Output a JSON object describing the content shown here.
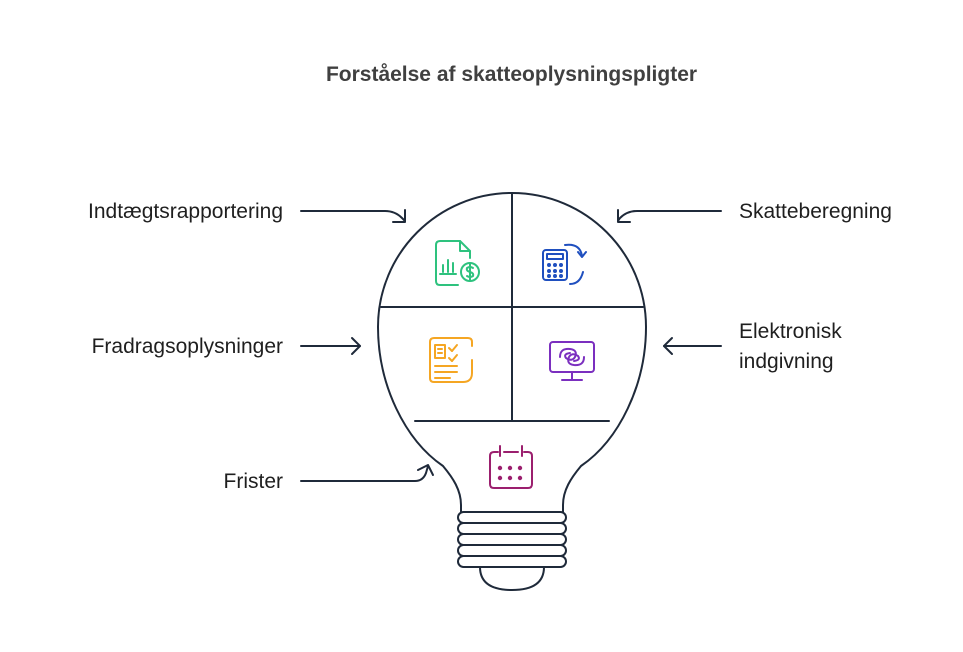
{
  "title": "Forståelse af skatteoplysningspligter",
  "labels": {
    "income": "Indtægtsrapportering",
    "tax_calc": "Skatteberegning",
    "deductions": "Fradragsoplysninger",
    "efiling_line1": "Elektronisk",
    "efiling_line2": "indgivning",
    "deadlines": "Frister"
  },
  "icons": {
    "income": "document-chart-dollar-icon",
    "tax_calc": "calculator-refresh-icon",
    "deductions": "checklist-document-icon",
    "efiling": "monitor-icon",
    "deadlines": "calendar-icon"
  },
  "colors": {
    "outline": "#1f2a3a",
    "income": "#2ec27e",
    "tax_calc": "#1f4fbf",
    "deductions": "#f5a623",
    "efiling": "#7b2fbf",
    "deadlines": "#9b1f6e",
    "title": "#404040",
    "text": "#1f1f1f"
  }
}
